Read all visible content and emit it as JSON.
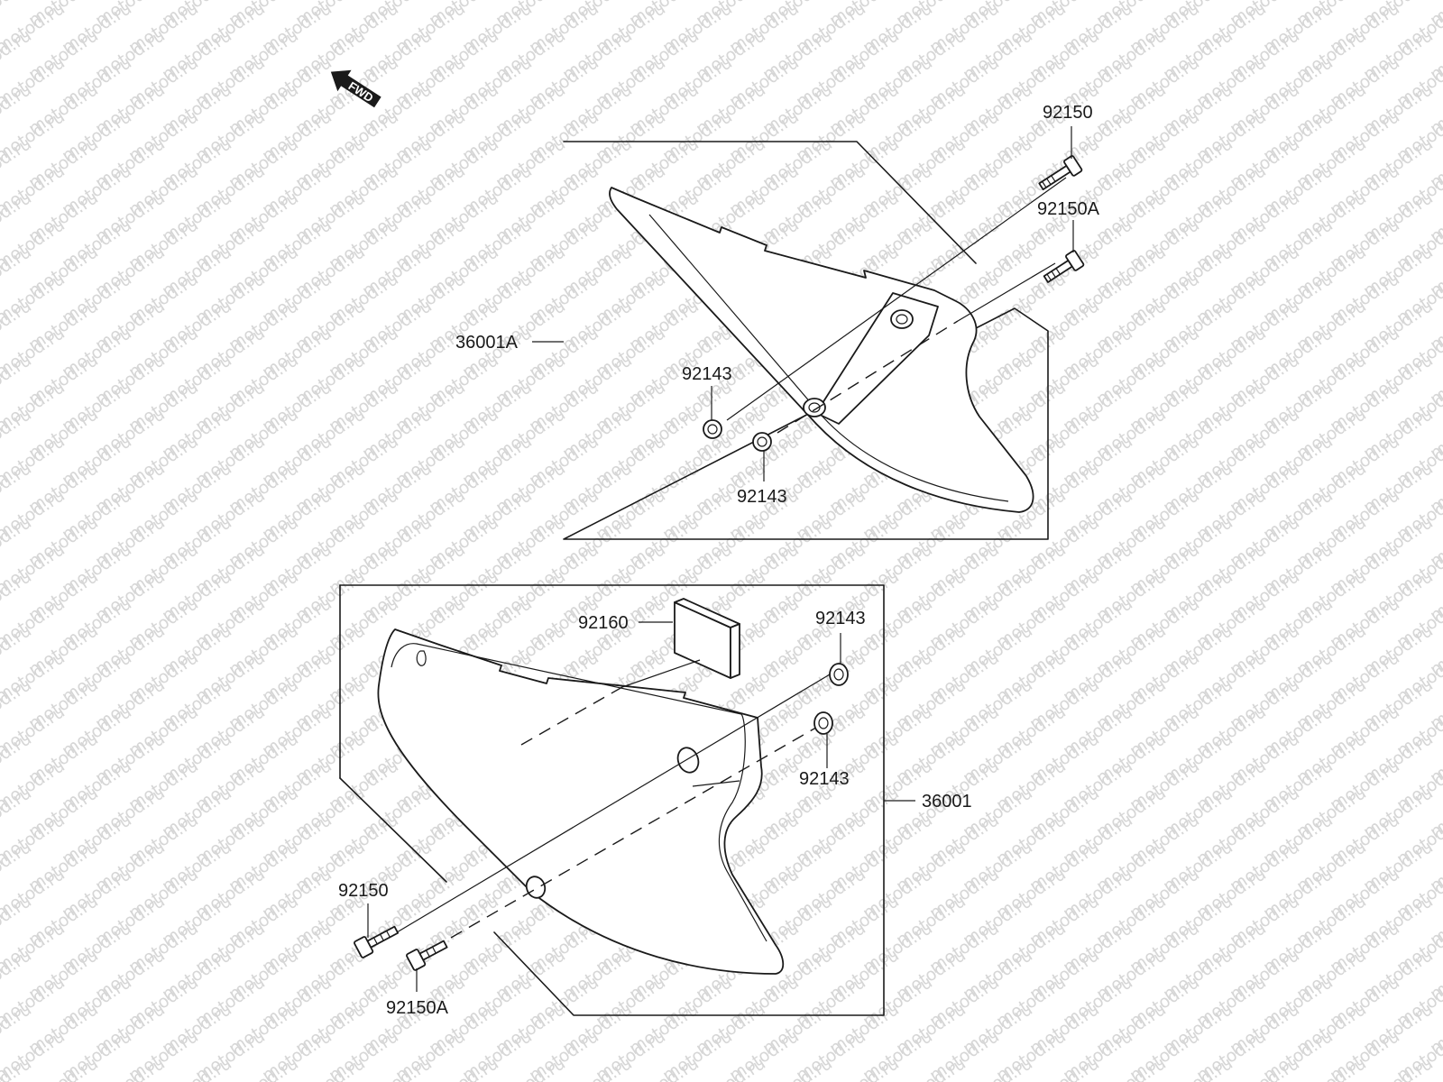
{
  "watermark": "motod.ru",
  "direction_marker": "FWD",
  "callouts": {
    "upper_cover": "36001A",
    "upper_bolt_a": "92150",
    "upper_bolt_b": "92150A",
    "upper_washer_1": "92143",
    "upper_washer_2": "92143",
    "lower_cover": "36001",
    "lower_pad": "92160",
    "lower_washer_1": "92143",
    "lower_washer_2": "92143",
    "lower_bolt_a": "92150",
    "lower_bolt_b": "92150A"
  }
}
